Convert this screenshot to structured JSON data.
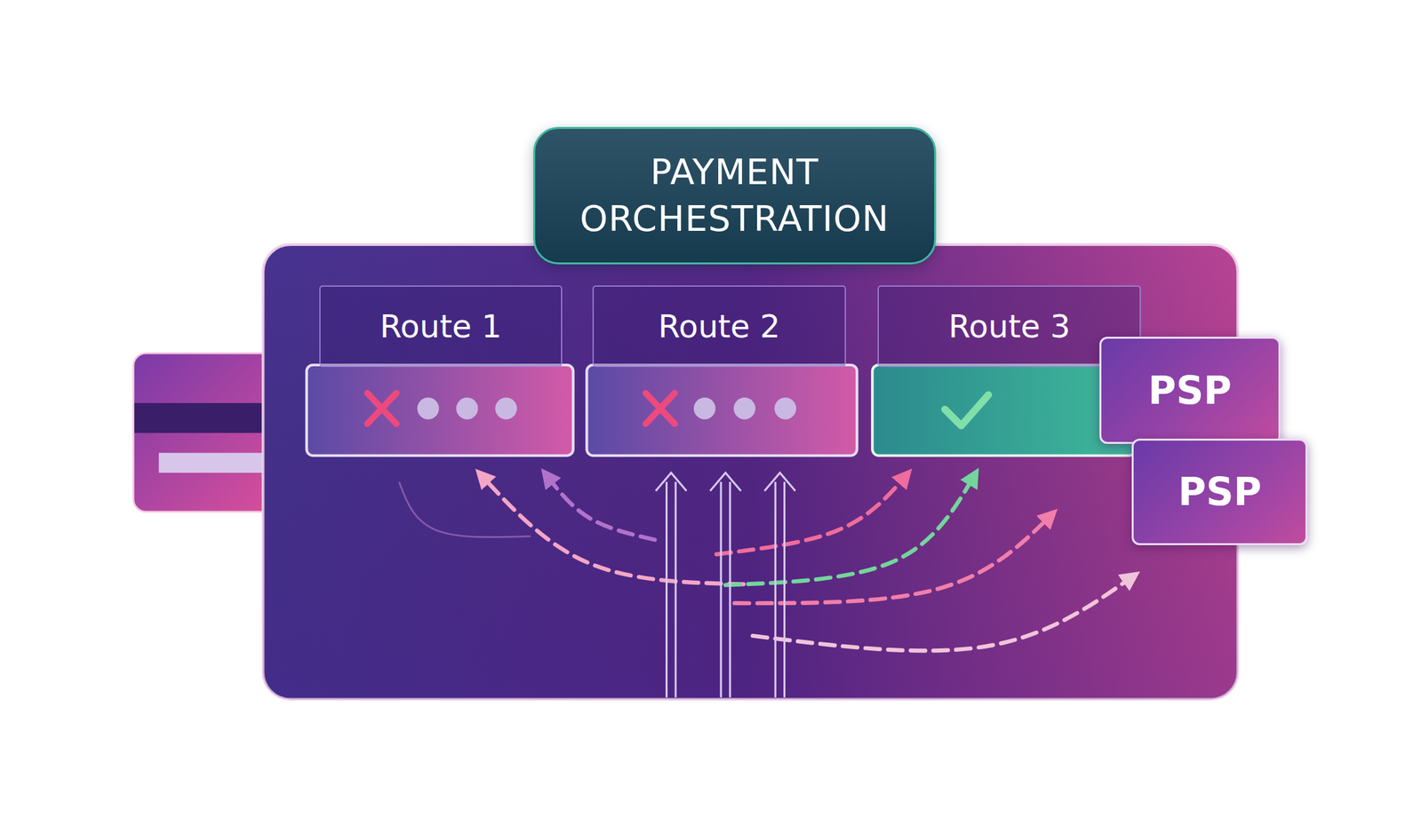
{
  "diagram": {
    "nodes": [
      {
        "text": [
          "PAYMENT ORCHESTRATION"
        ]
      },
      {
        "text": [
          "Route 1"
        ]
      },
      {
        "text": [
          "Route 2"
        ]
      },
      {
        "text": [
          "Route 3"
        ]
      },
      {
        "text": [
          "PSP"
        ]
      },
      {
        "text": [
          "PSP"
        ]
      }
    ]
  }
}
